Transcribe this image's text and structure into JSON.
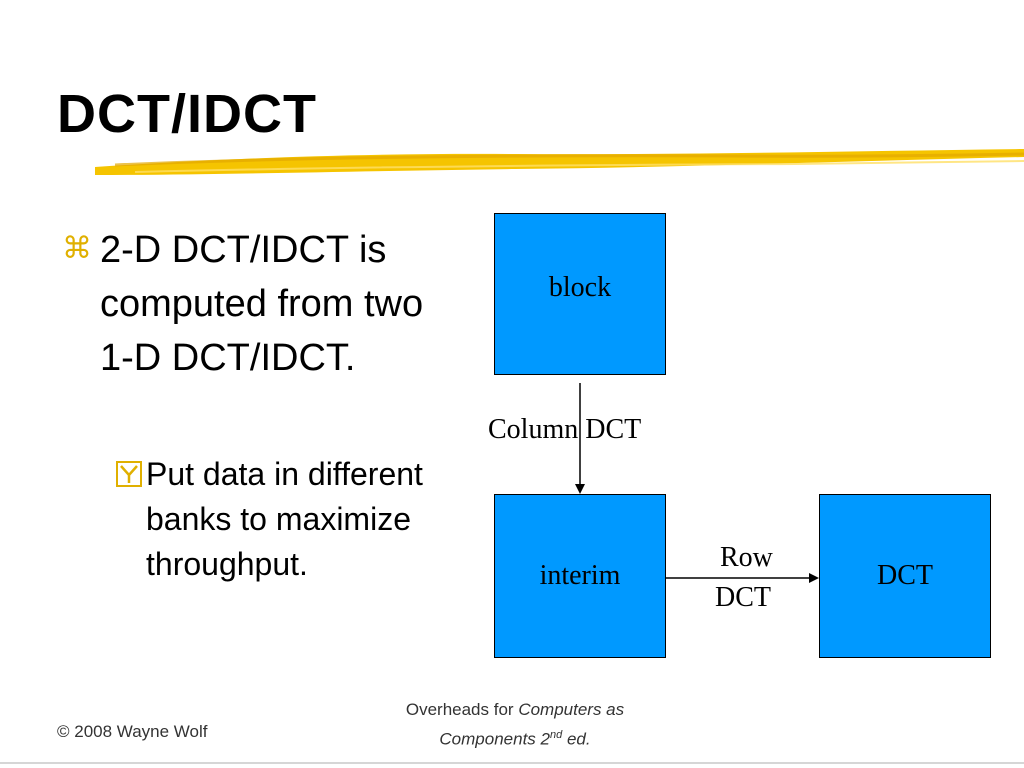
{
  "slide": {
    "title": "DCT/IDCT",
    "bullet_level1": "2-D DCT/IDCT is computed from two 1-D DCT/IDCT.",
    "bullet_level2": "Put data in different banks to maximize throughput.",
    "bullet_level1_marker": "⌘"
  },
  "diagram": {
    "block": "block",
    "column_dct": "Column DCT",
    "interim": "interim",
    "row_dct_line1": "Row",
    "row_dct_line2": "DCT",
    "dct": "DCT",
    "box_color": "#0099ff"
  },
  "footer": {
    "copyright": "© 2008 Wayne Wolf",
    "overheads_prefix": "Overheads for ",
    "book_title_part1": "Computers as",
    "book_title_part2": "Components 2",
    "edition_sup": "nd",
    "edition_suffix": " ed."
  },
  "colors": {
    "accent_swoosh": "#f5c400"
  }
}
